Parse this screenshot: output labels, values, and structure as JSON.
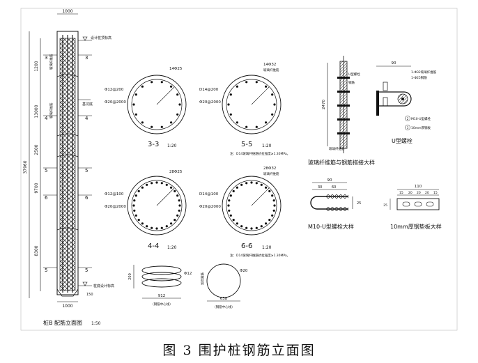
{
  "caption": "图 3 围护桩钢筋立面图",
  "elevation": {
    "title": "桩B 配筋立面图",
    "scale": "1:50",
    "width_top": "1000",
    "width_bottom": "1000",
    "total_height": "37960",
    "segments": [
      "1200",
      "13000",
      "2500",
      "9700",
      "8300"
    ],
    "section_marks": [
      "3",
      "4",
      "5",
      "6",
      "5"
    ],
    "top_label": "设计桩顶标高",
    "bottom_label": "桩底设计标高",
    "side_notes": [
      "玻璃纤维筋",
      "玻璃纤维筋"
    ],
    "side_note_right": "基坑底",
    "bottom_offset": "150"
  },
  "sections": [
    {
      "mark": "3-3",
      "scale": "1:20",
      "main": "14Φ25",
      "stirrup": "Φ12@200",
      "spiral": "Φ20@2000",
      "note": ""
    },
    {
      "mark": "5-5",
      "scale": "1:20",
      "main": "14Φ32",
      "top_note": "玻璃纤维筋",
      "stirrup": "D14@200",
      "spiral": "Φ20@2000",
      "note": "注：D14玻璃纤维筋抗拉强度≥1.30MPa。"
    },
    {
      "mark": "4-4",
      "scale": "1:20",
      "main": "28Φ25",
      "stirrup": "Φ12@100",
      "spiral": "Φ20@2000",
      "note": ""
    },
    {
      "mark": "6-6",
      "scale": "1:20",
      "main": "28Φ32",
      "top_note": "玻璃纤维筋",
      "stirrup": "D14@100",
      "spiral": "Φ20@2000",
      "note": "注：D14玻璃纤维筋抗拉强度≥1.30MPa。"
    }
  ],
  "splice_detail": {
    "title": "玻璃纤维筋与钢筋搭接大样",
    "height": "2470",
    "labels": [
      "U型螺栓",
      "钢筋",
      "玻璃纤维筋"
    ]
  },
  "ubolt_detail": {
    "title": "U型螺栓",
    "dim_top": "90",
    "labels": [
      "1-Φ32玻璃纤维筋",
      "1-Φ25钢筋",
      "M10-U型螺栓",
      "10mm厚钢板"
    ],
    "marks": [
      "1",
      "2",
      "3"
    ]
  },
  "m10_detail": {
    "title": "M10-U型螺栓大样",
    "dims": [
      "90",
      "30",
      "60",
      "25"
    ]
  },
  "plate_detail": {
    "title": "10mm厚钢垫板大样",
    "dims": [
      "110",
      "15",
      "20",
      "20",
      "20",
      "15",
      "25"
    ]
  },
  "spiral_detail": {
    "label": "Φ12",
    "height": "200",
    "width": "912",
    "note": "（钢筋中心线）"
  },
  "ring_detail": {
    "label": "Φ20",
    "width": "638",
    "note": "（钢筋中心线）",
    "side": "加劲箍筋"
  }
}
